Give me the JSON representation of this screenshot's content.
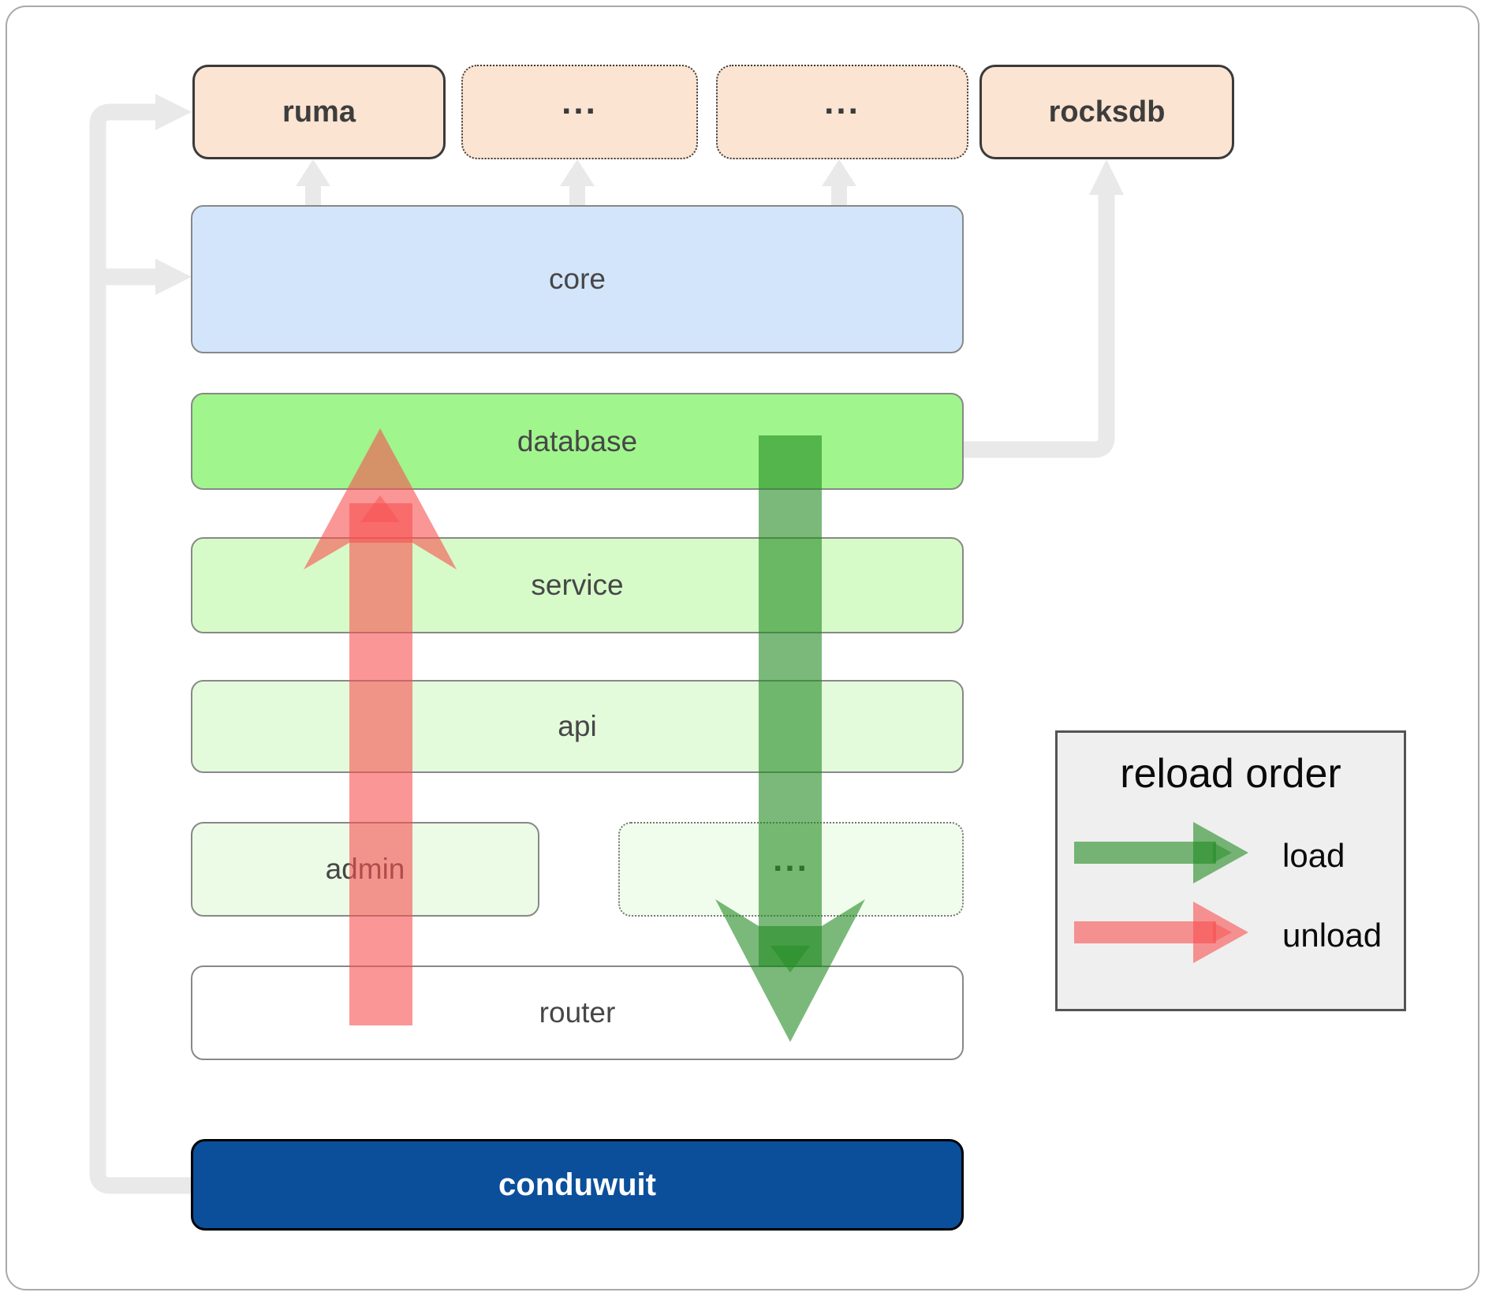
{
  "diagram": {
    "nodes": {
      "ruma": {
        "label": "ruma"
      },
      "ext1": {
        "label": "..."
      },
      "ext2": {
        "label": "..."
      },
      "rocksdb": {
        "label": "rocksdb"
      },
      "core": {
        "label": "core"
      },
      "database": {
        "label": "database"
      },
      "service": {
        "label": "service"
      },
      "api": {
        "label": "api"
      },
      "admin": {
        "label": "admin"
      },
      "ext3": {
        "label": "..."
      },
      "router": {
        "label": "router"
      },
      "conduwuit": {
        "label": "conduwuit"
      }
    },
    "edges": [
      {
        "from": "conduwuit",
        "to": "ruma",
        "style": "gray"
      },
      {
        "from": "conduwuit",
        "to": "core",
        "style": "gray"
      },
      {
        "from": "core",
        "to": "ruma",
        "style": "gray"
      },
      {
        "from": "core",
        "to": "ext1",
        "style": "gray"
      },
      {
        "from": "core",
        "to": "ext2",
        "style": "gray"
      },
      {
        "from": "database",
        "to": "rocksdb",
        "style": "gray"
      },
      {
        "from": "database",
        "to": "router",
        "style": "load"
      },
      {
        "from": "router",
        "to": "database",
        "style": "unload"
      }
    ]
  },
  "legend": {
    "title": "reload order",
    "items": [
      {
        "label": "load",
        "color": "#228B22"
      },
      {
        "label": "unload",
        "color": "#F85050"
      }
    ]
  },
  "colors": {
    "peach": "#fbe4d2",
    "box_border_dark": "#3a3a3a",
    "box_border_mid": "#888888",
    "core_blue": "#d3e5fa",
    "database_green": "#a0f58c",
    "service_green": "#d6fac8",
    "api_green": "#e3fadb",
    "admin_green": "#ecfbe5",
    "ellipsis_green": "#f1fdec",
    "router_white": "#ffffff",
    "conduwuit_blue": "#0b4f9b",
    "connector_gray": "#e9e9e9",
    "load_green": "#228B22",
    "unload_red": "#F85050",
    "legend_bg": "#efefef",
    "legend_border": "#545454",
    "label_dark": "#474747",
    "label_light": "#ffffff",
    "frame_border": "#a9a9a9"
  }
}
